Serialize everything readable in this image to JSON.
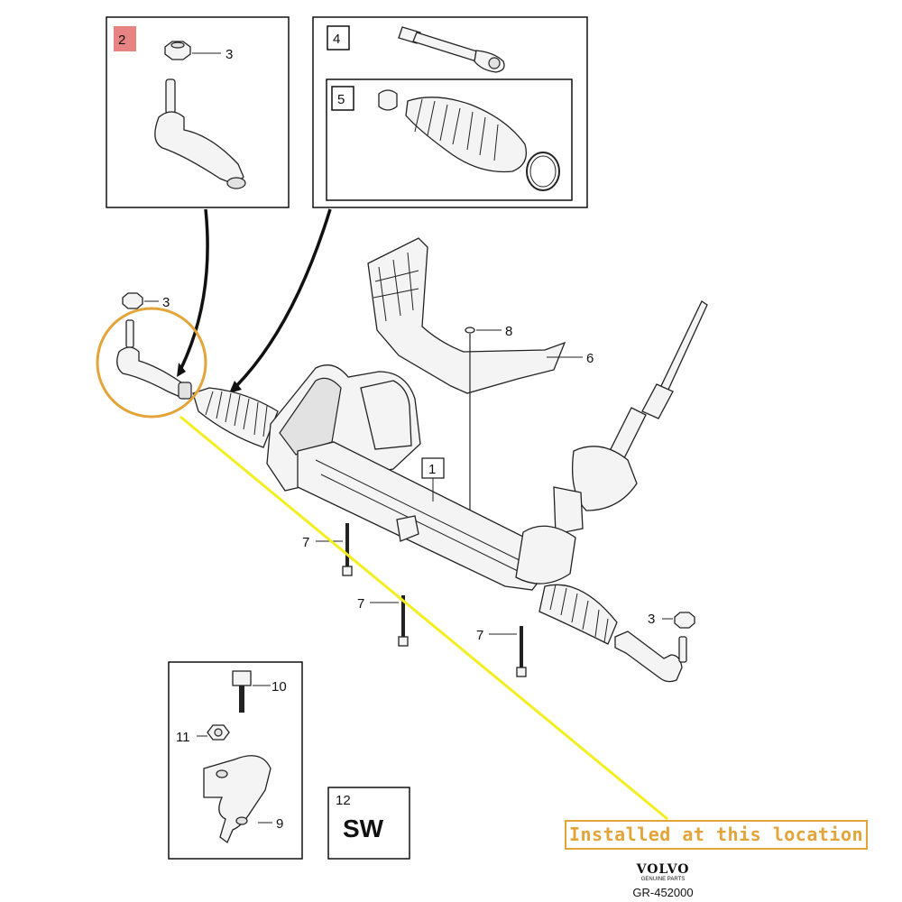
{
  "diagram": {
    "callouts": {
      "box2_number": "2",
      "box2_nut_label": "3",
      "box4_number": "4",
      "box5_number": "5",
      "left_nut_label": "3",
      "bolt8_label": "8",
      "shield6_label": "6",
      "rack_label": "1",
      "bolt7a_label": "7",
      "bolt7b_label": "7",
      "bolt7c_label": "7",
      "right_nut_label": "3",
      "bolt10_label": "10",
      "nut11_label": "11",
      "bracket9_label": "9",
      "box12_number": "12",
      "box12_text": "SW"
    },
    "installed_note": "Installed at this location",
    "brand_name": "VOLVO",
    "brand_sub": "GENUINE PARTS",
    "doc_ref": "GR-452000"
  },
  "colors": {
    "highlight_circle": "#e3a43a",
    "pointer_line": "#f2ee1f",
    "box2_marker": "#e05a5a",
    "note_border": "#e3a43a"
  }
}
